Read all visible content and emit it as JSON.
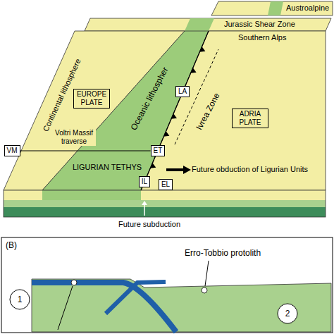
{
  "diagram": {
    "nodes": [
      {
        "text": [
          "EUROPE PLATE"
        ]
      },
      {
        "text": [
          "ADRIA PLATE"
        ]
      },
      {
        "text": [
          "LA"
        ]
      },
      {
        "text": [
          "VM"
        ]
      },
      {
        "text": [
          "ET"
        ]
      },
      {
        "text": [
          "IL"
        ]
      },
      {
        "text": [
          "EL"
        ]
      },
      {
        "text": [
          "1"
        ]
      },
      {
        "text": [
          "2"
        ]
      }
    ],
    "edges": [
      {
        "from": 3,
        "to": 4,
        "arrow": "none",
        "label": "Voltri Massif traverse"
      }
    ],
    "labels": [
      "Austroalpine",
      "Jurassic Shear Zone",
      "Southern Alps",
      "Oceanic lithospher",
      "Ivrea Zone",
      "Continental lithosphere",
      "LIGURIAN TETHYS",
      "Future obduction of Ligurian Units",
      "Future subduction",
      "(B)",
      "Erro-Tobbio protolith"
    ]
  }
}
